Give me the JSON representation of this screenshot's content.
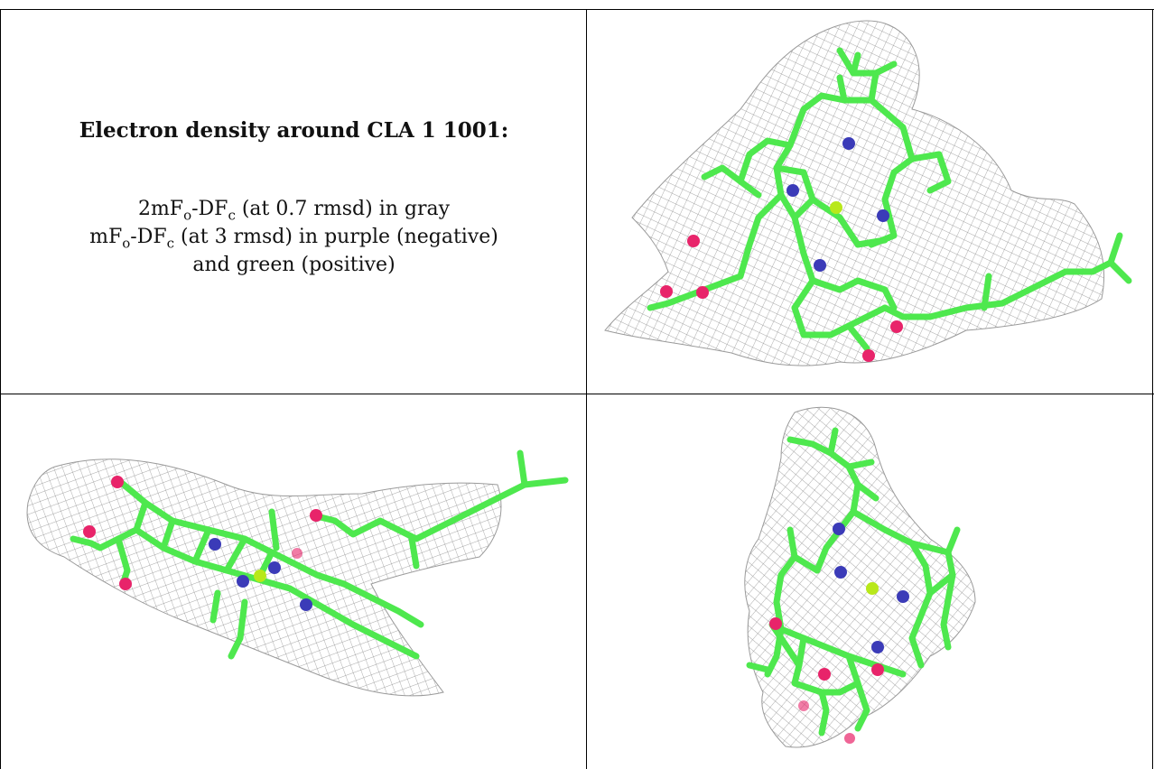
{
  "title": "Electron density around CLA 1 1001:",
  "legend": {
    "line1": {
      "a": "2mF",
      "o": "o",
      "b": "-DF",
      "c": "c",
      "rest": " (at 0.7 rmsd) in gray"
    },
    "line2": {
      "a": "mF",
      "o": "o",
      "b": "-DF",
      "c": "c",
      "rest": " (at 3 rmsd) in purple (negative)"
    },
    "line3": "and green (positive)"
  },
  "colors": {
    "mesh": "#8a8a8a",
    "carbon": "#4ee84e",
    "nitrogen": "#3b3bb8",
    "oxygen": "#e8246a",
    "magnesium": "#b8e81a"
  },
  "panels": [
    "view-top-right",
    "view-bottom-left",
    "view-bottom-right"
  ]
}
